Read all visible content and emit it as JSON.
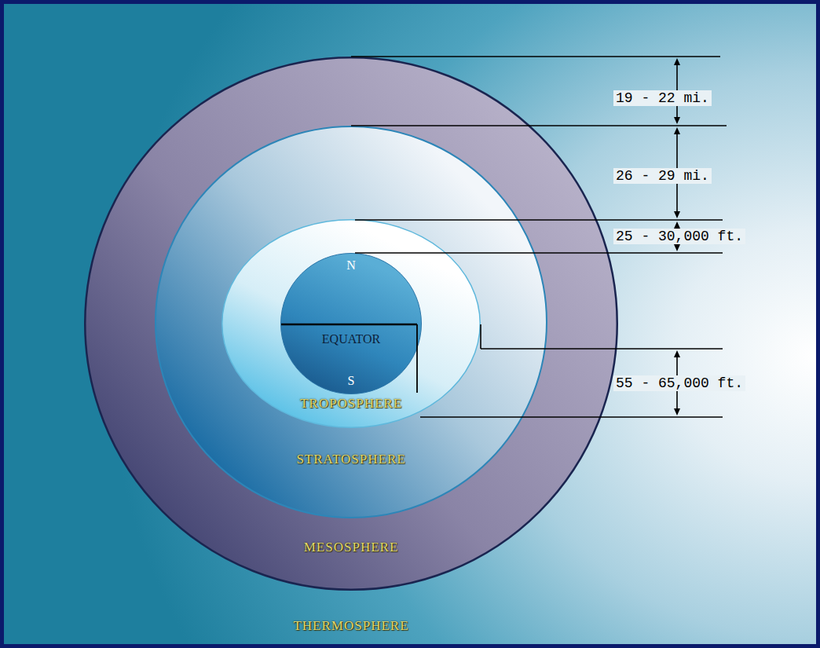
{
  "diagram": {
    "nodes": [
      {
        "text": [
          "MESOSPHERE"
        ]
      },
      {
        "text": [
          "STRATOSPHERE"
        ],
        "in": 0
      },
      {
        "text": [
          "TROPOSPHERE"
        ],
        "in": 1
      },
      {
        "text": [
          "N",
          "EQUATOR",
          "S"
        ],
        "in": 2
      }
    ],
    "labels": [
      "19 - 22 mi.",
      "26 - 29 mi.",
      "25 - 30,000 ft.",
      "55 - 65,000 ft.",
      "THERMOSPHERE"
    ]
  }
}
